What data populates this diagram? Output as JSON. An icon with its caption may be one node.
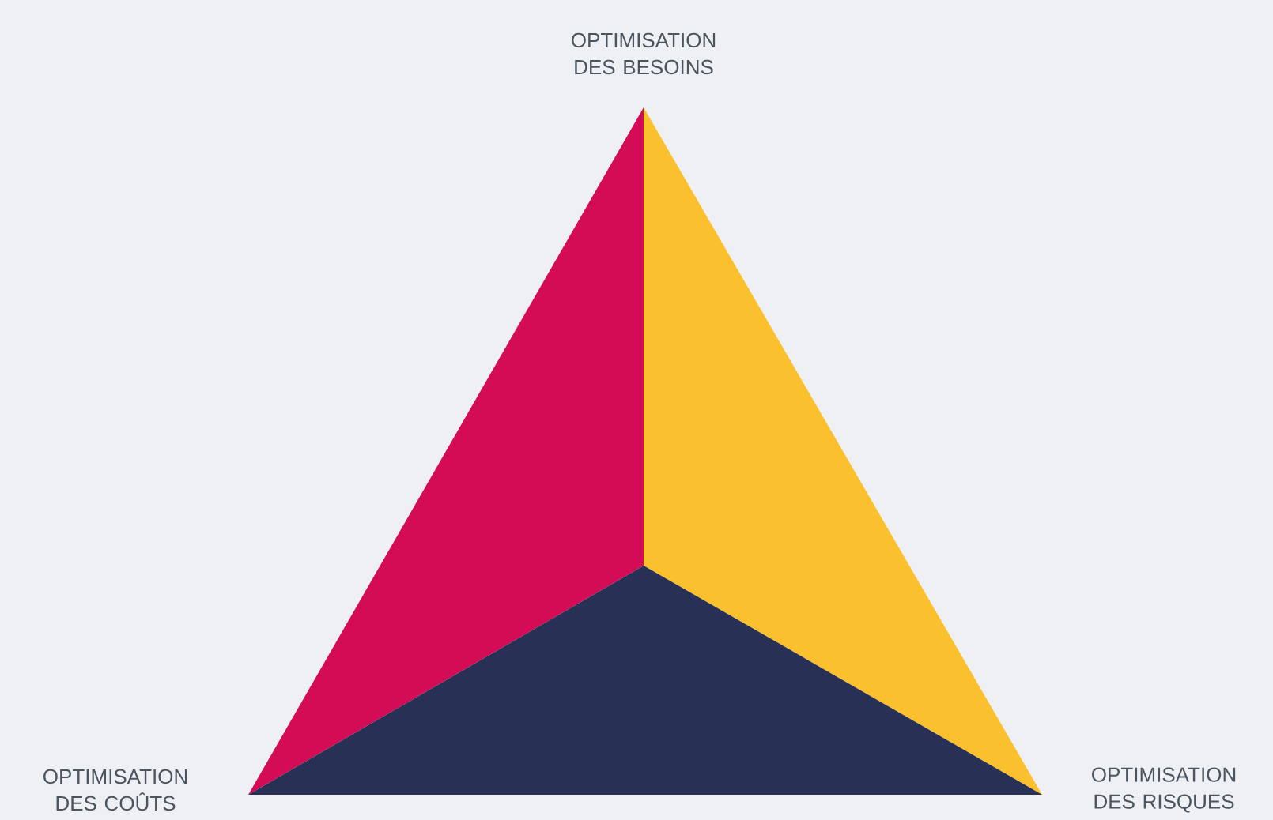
{
  "diagram": {
    "labels": [
      "OPTIMISATION DES BESOINS",
      "OPTIMISATION DES COÛTS",
      "OPTIMISATION DES RISQUES"
    ]
  }
}
